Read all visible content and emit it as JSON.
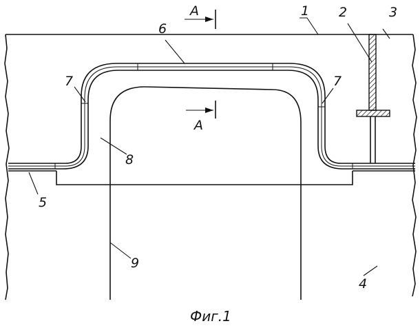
{
  "drawing": {
    "caption": "Фиг.1",
    "section_marker": "А",
    "labels": {
      "n1": "1",
      "n2": "2",
      "n3": "3",
      "n4": "4",
      "n5": "5",
      "n6": "6",
      "n7_left": "7",
      "n7_right": "7",
      "n8": "8",
      "n9": "9"
    }
  }
}
